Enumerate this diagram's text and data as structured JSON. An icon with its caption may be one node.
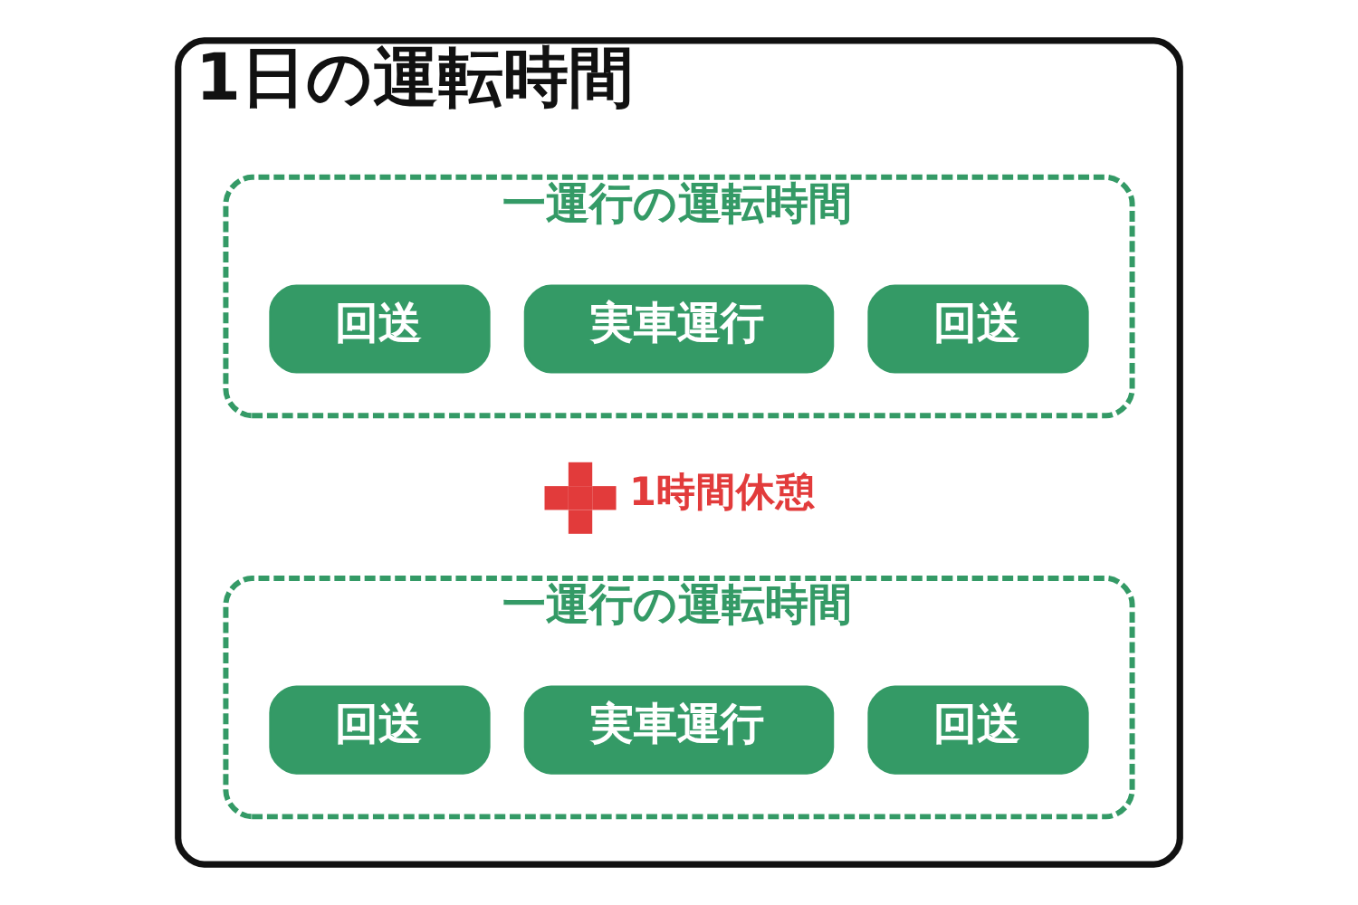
{
  "diagram": {
    "nodes": [
      {
        "text": [
          "1日の運転時間"
        ]
      },
      {
        "text": [
          "一運行の運転時間"
        ],
        "in": 0
      },
      {
        "text": [
          "回送"
        ],
        "in": 1
      },
      {
        "text": [
          "実車運行"
        ],
        "in": 1
      },
      {
        "text": [
          "回送"
        ],
        "in": 1
      },
      {
        "text": [
          "一運行の運転時間"
        ],
        "in": 0
      },
      {
        "text": [
          "回送"
        ],
        "in": 5
      },
      {
        "text": [
          "実車運行"
        ],
        "in": 5
      },
      {
        "text": [
          "回送"
        ],
        "in": 5
      }
    ],
    "labels": [
      "1時間休憩"
    ]
  }
}
